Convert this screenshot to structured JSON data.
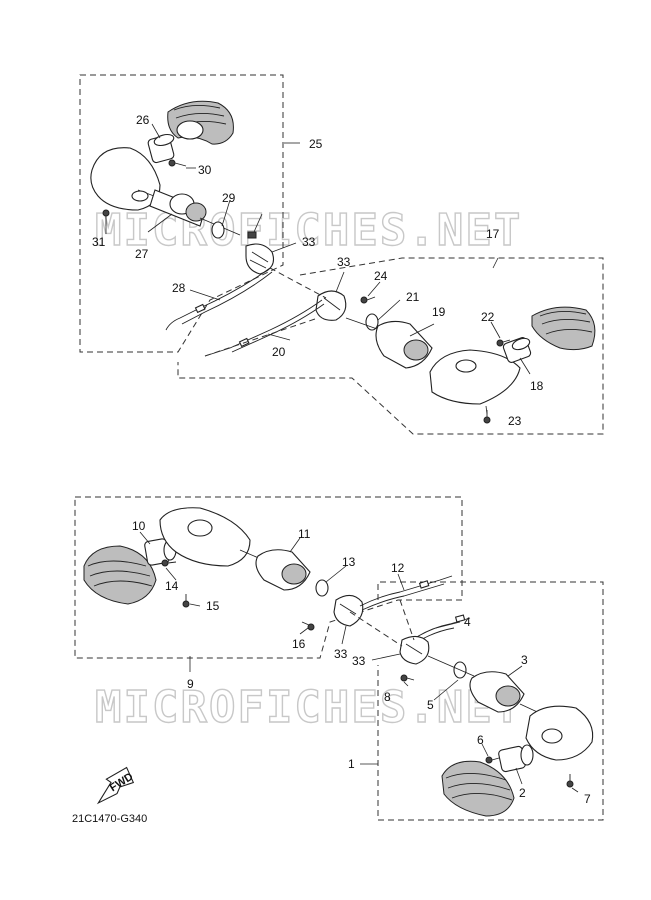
{
  "watermark": "MICROFICHES.NET",
  "diagram_code": "21C1470-G340",
  "fwd_label": "FWD",
  "parts": {
    "p1": "1",
    "p2": "2",
    "p3": "3",
    "p4": "4",
    "p5": "5",
    "p6": "6",
    "p7": "7",
    "p8": "8",
    "p9": "9",
    "p10": "10",
    "p11": "11",
    "p12": "12",
    "p13": "13",
    "p14": "14",
    "p15": "15",
    "p16": "16",
    "p17": "17",
    "p18": "18",
    "p19": "19",
    "p20": "20",
    "p21": "21",
    "p22": "22",
    "p23": "23",
    "p24": "24",
    "p25": "25",
    "p26": "26",
    "p27": "27",
    "p28": "28",
    "p29": "29",
    "p30": "30",
    "p31": "31",
    "p33a": "33",
    "p33b": "33",
    "p33c": "33",
    "p33d": "33"
  }
}
